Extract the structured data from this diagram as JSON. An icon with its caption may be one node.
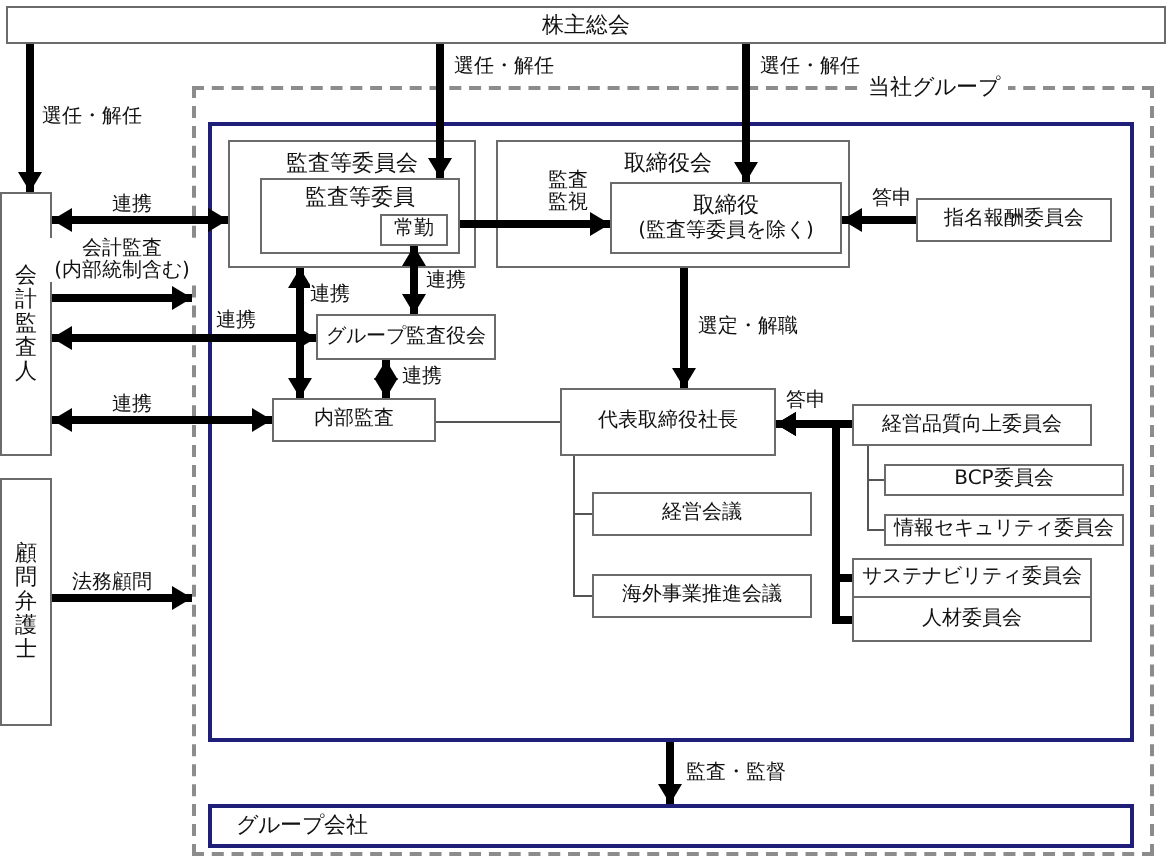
{
  "diagram": {
    "nodes": [
      {
        "text": [
          "株主総会"
        ]
      },
      {
        "text": [
          "会計監査人"
        ]
      },
      {
        "text": [
          "当社グループ"
        ]
      },
      {
        "text": [],
        "shape": "box",
        "in": 2
      },
      {
        "text": [
          "監査等委員会"
        ],
        "in": 3
      },
      {
        "text": [
          "監査等委員"
        ],
        "in": 4
      },
      {
        "text": [
          "常勤"
        ],
        "in": 5
      },
      {
        "text": [
          "取締役会"
        ],
        "in": 3
      },
      {
        "text": [
          "取締役",
          "(監査等委員を除く)"
        ],
        "in": 7
      },
      {
        "text": [
          "指名報酬委員会"
        ],
        "in": 3
      },
      {
        "text": [
          "グループ監査役会"
        ],
        "in": 3
      },
      {
        "text": [
          "内部監査"
        ],
        "in": 3
      },
      {
        "text": [
          "代表取締役社長"
        ],
        "in": 3
      },
      {
        "text": [
          "経営品質向上委員会"
        ],
        "in": 3
      },
      {
        "text": [
          "BCP委員会"
        ],
        "in": 3
      },
      {
        "text": [
          "情報セキュリティ委員会"
        ],
        "in": 3
      },
      {
        "text": [
          "経営会議"
        ],
        "in": 3
      },
      {
        "text": [
          "サステナビリティ委員会"
        ],
        "in": 3
      },
      {
        "text": [
          "海外事業推進会議"
        ],
        "in": 3
      },
      {
        "text": [
          "人材委員会"
        ],
        "in": 3
      },
      {
        "text": [
          "顧問弁護士"
        ]
      },
      {
        "text": [
          "グループ会社"
        ],
        "in": 2
      }
    ],
    "edges": [
      {
        "from": 0,
        "to": 1,
        "arrow": "to",
        "label": "選任・解任"
      },
      {
        "from": 0,
        "to": 5,
        "arrow": "to",
        "label": "選任・解任"
      },
      {
        "from": 0,
        "to": 8,
        "arrow": "to",
        "label": "選任・解任"
      },
      {
        "from": 1,
        "to": 4,
        "arrow": "both",
        "label": "連携"
      },
      {
        "from": 1,
        "to": 2,
        "arrow": "to",
        "label": "会計監査(内部統制含む)"
      },
      {
        "from": 1,
        "to": 10,
        "arrow": "both",
        "label": "連携"
      },
      {
        "from": 1,
        "to": 11,
        "arrow": "both",
        "label": "連携"
      },
      {
        "from": 4,
        "to": 11,
        "arrow": "both",
        "label": "連携"
      },
      {
        "from": 6,
        "to": 10,
        "arrow": "both",
        "label": "連携"
      },
      {
        "from": 10,
        "to": 11,
        "arrow": "both",
        "label": "連携"
      },
      {
        "from": 5,
        "to": 8,
        "arrow": "to",
        "label": "監査監視"
      },
      {
        "from": 9,
        "to": 8,
        "arrow": "to",
        "label": "答申"
      },
      {
        "from": 7,
        "to": 12,
        "arrow": "to",
        "label": "選定・解職"
      },
      {
        "from": 13,
        "to": 12,
        "arrow": "to",
        "label": "答申"
      },
      {
        "from": 17,
        "to": 12,
        "arrow": "to"
      },
      {
        "from": 19,
        "to": 12,
        "arrow": "to"
      },
      {
        "from": 11,
        "to": 12,
        "arrow": "none"
      },
      {
        "from": 12,
        "to": 16,
        "arrow": "none"
      },
      {
        "from": 12,
        "to": 18,
        "arrow": "none"
      },
      {
        "from": 13,
        "to": 14,
        "arrow": "none"
      },
      {
        "from": 13,
        "to": 15,
        "arrow": "none"
      },
      {
        "from": 20,
        "to": 2,
        "arrow": "to",
        "label": "法務顧問"
      },
      {
        "from": 3,
        "to": 21,
        "arrow": "to",
        "label": "監査・監督"
      }
    ]
  }
}
